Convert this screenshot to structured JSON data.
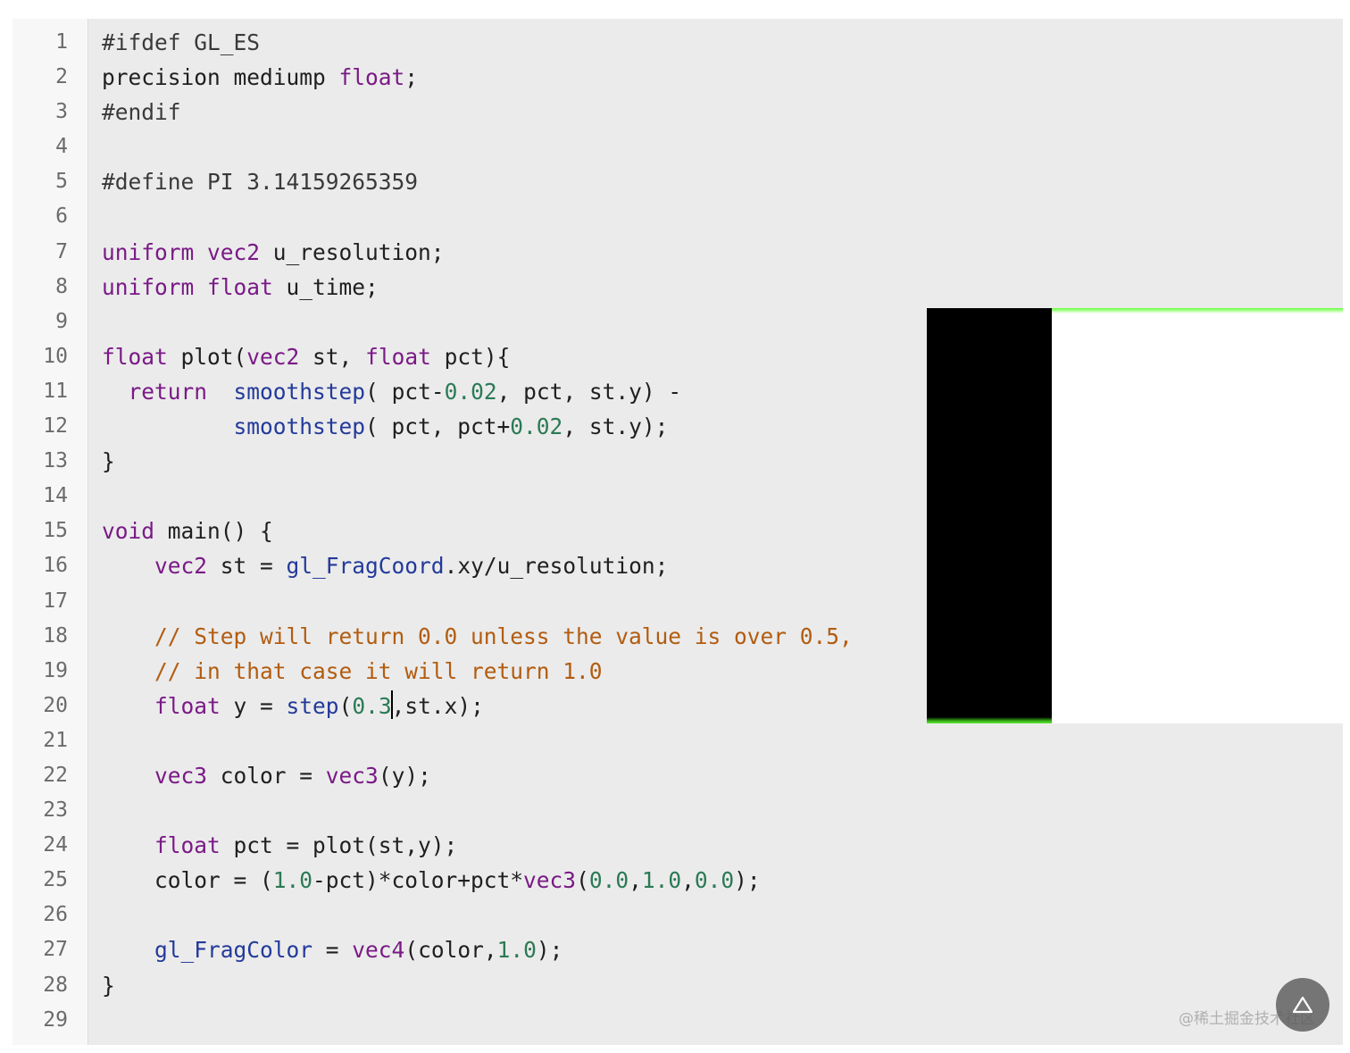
{
  "editor": {
    "lines": [
      {
        "n": "1",
        "tokens": [
          {
            "t": "#ifdef GL_ES",
            "c": "pre"
          }
        ]
      },
      {
        "n": "2",
        "tokens": [
          {
            "t": "precision mediump ",
            "c": ""
          },
          {
            "t": "float",
            "c": "kw"
          },
          {
            "t": ";",
            "c": ""
          }
        ]
      },
      {
        "n": "3",
        "tokens": [
          {
            "t": "#endif",
            "c": "pre"
          }
        ]
      },
      {
        "n": "4",
        "tokens": []
      },
      {
        "n": "5",
        "tokens": [
          {
            "t": "#define PI 3.14159265359",
            "c": "pre"
          }
        ]
      },
      {
        "n": "6",
        "tokens": []
      },
      {
        "n": "7",
        "tokens": [
          {
            "t": "uniform",
            "c": "kw"
          },
          {
            "t": " ",
            "c": ""
          },
          {
            "t": "vec2",
            "c": "kw"
          },
          {
            "t": " u_resolution;",
            "c": ""
          }
        ]
      },
      {
        "n": "8",
        "tokens": [
          {
            "t": "uniform",
            "c": "kw"
          },
          {
            "t": " ",
            "c": ""
          },
          {
            "t": "float",
            "c": "kw"
          },
          {
            "t": " u_time;",
            "c": ""
          }
        ]
      },
      {
        "n": "9",
        "tokens": []
      },
      {
        "n": "10",
        "tokens": [
          {
            "t": "float",
            "c": "kw"
          },
          {
            "t": " plot(",
            "c": ""
          },
          {
            "t": "vec2",
            "c": "kw"
          },
          {
            "t": " st, ",
            "c": ""
          },
          {
            "t": "float",
            "c": "kw"
          },
          {
            "t": " pct){",
            "c": ""
          }
        ]
      },
      {
        "n": "11",
        "tokens": [
          {
            "t": "  ",
            "c": ""
          },
          {
            "t": "return",
            "c": "kw"
          },
          {
            "t": "  ",
            "c": ""
          },
          {
            "t": "smoothstep",
            "c": "fn"
          },
          {
            "t": "( pct-",
            "c": ""
          },
          {
            "t": "0.02",
            "c": "num"
          },
          {
            "t": ", pct, st.y) -",
            "c": ""
          }
        ]
      },
      {
        "n": "12",
        "tokens": [
          {
            "t": "          ",
            "c": ""
          },
          {
            "t": "smoothstep",
            "c": "fn"
          },
          {
            "t": "( pct, pct+",
            "c": ""
          },
          {
            "t": "0.02",
            "c": "num"
          },
          {
            "t": ", st.y);",
            "c": ""
          }
        ]
      },
      {
        "n": "13",
        "tokens": [
          {
            "t": "}",
            "c": ""
          }
        ]
      },
      {
        "n": "14",
        "tokens": []
      },
      {
        "n": "15",
        "tokens": [
          {
            "t": "void",
            "c": "kw"
          },
          {
            "t": " main() {",
            "c": ""
          }
        ]
      },
      {
        "n": "16",
        "tokens": [
          {
            "t": "    ",
            "c": ""
          },
          {
            "t": "vec2",
            "c": "kw"
          },
          {
            "t": " st = ",
            "c": ""
          },
          {
            "t": "gl_FragCoord",
            "c": "fn"
          },
          {
            "t": ".xy/u_resolution;",
            "c": ""
          }
        ]
      },
      {
        "n": "17",
        "tokens": []
      },
      {
        "n": "18",
        "tokens": [
          {
            "t": "    ",
            "c": ""
          },
          {
            "t": "// Step will return 0.0 unless the value is over 0.5,",
            "c": "cm"
          }
        ]
      },
      {
        "n": "19",
        "tokens": [
          {
            "t": "    ",
            "c": ""
          },
          {
            "t": "// in that case it will return 1.0",
            "c": "cm"
          }
        ]
      },
      {
        "n": "20",
        "tokens": [
          {
            "t": "    ",
            "c": ""
          },
          {
            "t": "float",
            "c": "kw"
          },
          {
            "t": " y = ",
            "c": ""
          },
          {
            "t": "step",
            "c": "fn"
          },
          {
            "t": "(",
            "c": ""
          },
          {
            "t": "0.3",
            "c": "num"
          },
          {
            "t": "",
            "c": "cursor"
          },
          {
            "t": ",st.x);",
            "c": ""
          }
        ]
      },
      {
        "n": "21",
        "tokens": []
      },
      {
        "n": "22",
        "tokens": [
          {
            "t": "    ",
            "c": ""
          },
          {
            "t": "vec3",
            "c": "kw"
          },
          {
            "t": " color = ",
            "c": ""
          },
          {
            "t": "vec3",
            "c": "kw"
          },
          {
            "t": "(y);",
            "c": ""
          }
        ]
      },
      {
        "n": "23",
        "tokens": []
      },
      {
        "n": "24",
        "tokens": [
          {
            "t": "    ",
            "c": ""
          },
          {
            "t": "float",
            "c": "kw"
          },
          {
            "t": " pct = plot(st,y);",
            "c": ""
          }
        ]
      },
      {
        "n": "25",
        "tokens": [
          {
            "t": "    color = (",
            "c": ""
          },
          {
            "t": "1.0",
            "c": "num"
          },
          {
            "t": "-pct)*color+pct*",
            "c": ""
          },
          {
            "t": "vec3",
            "c": "kw"
          },
          {
            "t": "(",
            "c": ""
          },
          {
            "t": "0.0",
            "c": "num"
          },
          {
            "t": ",",
            "c": ""
          },
          {
            "t": "1.0",
            "c": "num"
          },
          {
            "t": ",",
            "c": ""
          },
          {
            "t": "0.0",
            "c": "num"
          },
          {
            "t": ");",
            "c": ""
          }
        ]
      },
      {
        "n": "26",
        "tokens": []
      },
      {
        "n": "27",
        "tokens": [
          {
            "t": "    ",
            "c": ""
          },
          {
            "t": "gl_FragColor",
            "c": "fn"
          },
          {
            "t": " = ",
            "c": ""
          },
          {
            "t": "vec4",
            "c": "kw"
          },
          {
            "t": "(color,",
            "c": ""
          },
          {
            "t": "1.0",
            "c": "num"
          },
          {
            "t": ");",
            "c": ""
          }
        ]
      },
      {
        "n": "28",
        "tokens": [
          {
            "t": "}",
            "c": ""
          }
        ]
      },
      {
        "n": "29",
        "tokens": []
      }
    ]
  },
  "colors": {
    "keyword": "#7a1a86",
    "function": "#233a9a",
    "number": "#2b7a55",
    "comment": "#b25c10",
    "plot_line": "#62ff3a"
  },
  "preview": {
    "step_threshold": 0.3
  },
  "watermark": {
    "text": "@稀土掘金技术社区"
  },
  "scroll_top": {
    "icon": "arrow-up-icon"
  }
}
